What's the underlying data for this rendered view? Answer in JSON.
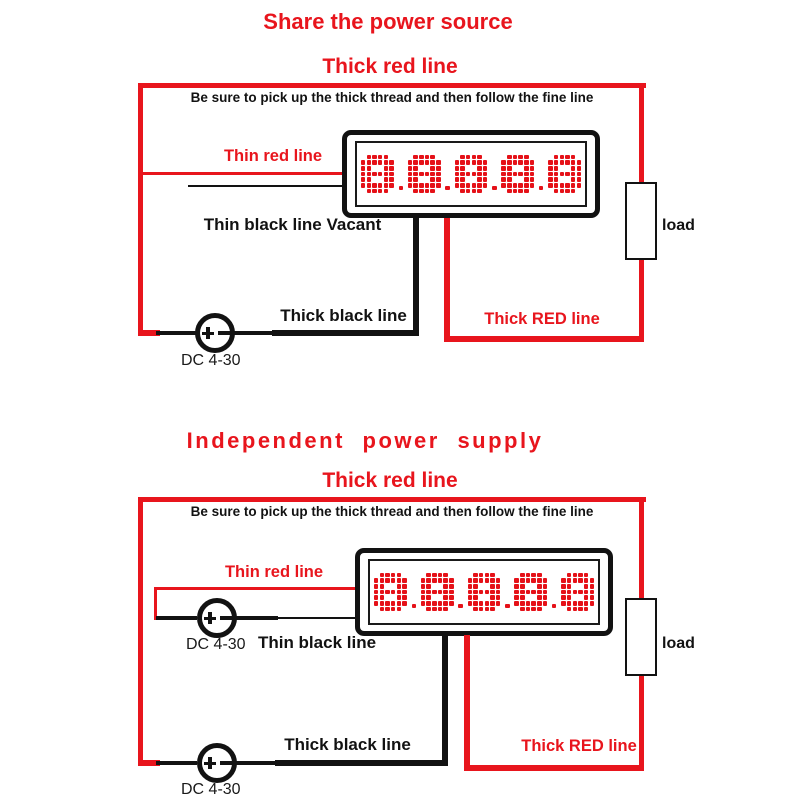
{
  "colors": {
    "red": "#e8151d",
    "black": "#121212",
    "digit_red": "#e51118"
  },
  "diagram1": {
    "title": "Share the power source",
    "top_wire_label": "Thick red line",
    "instruction": "Be sure to pick up the thick thread and then follow the fine line",
    "display_value": "8.8.8.8.8",
    "labels": {
      "thin_red": "Thin red line",
      "thin_black": "Thin black line Vacant",
      "thick_black": "Thick black line",
      "thick_red": "Thick RED line",
      "dc": "DC 4-30",
      "load": "load"
    }
  },
  "diagram2": {
    "title": "Independent  power  supply",
    "top_wire_label": "Thick red line",
    "instruction": "Be sure to pick up the thick thread and then follow the fine line",
    "display_value": "8.8.8.8.8",
    "labels": {
      "thin_red": "Thin red line",
      "thin_black": "Thin black line",
      "thick_black": "Thick black line",
      "thick_red": "Thick RED line",
      "dc_top": "DC 4-30",
      "dc_bottom": "DC 4-30",
      "load": "load"
    }
  }
}
